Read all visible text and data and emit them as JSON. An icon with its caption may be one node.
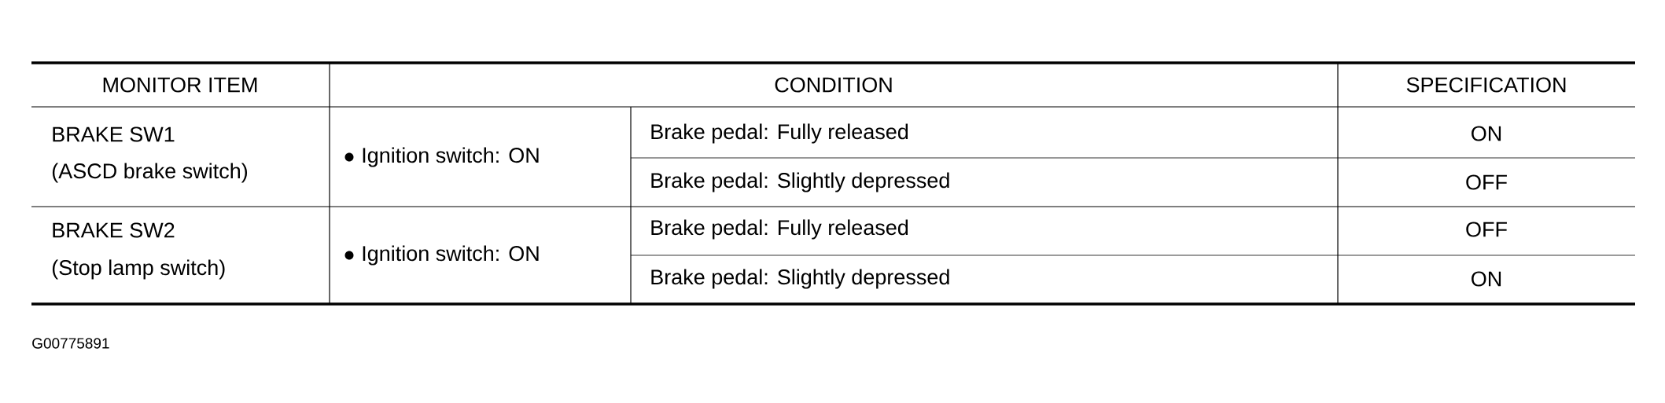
{
  "diagram": {
    "labels": [
      "MONITOR ITEM",
      "CONDITION",
      "SPECIFICATION",
      "BRAKE SW1",
      "(ASCD brake switch)",
      "Ignition switch: ON",
      "Brake pedal: Fully released",
      "ON",
      "Brake pedal: Slightly depressed",
      "OFF",
      "BRAKE SW2",
      "(Stop lamp switch)",
      "Ignition switch: ON",
      "Brake pedal: Fully released",
      "OFF",
      "Brake pedal: Slightly depressed",
      "ON",
      "G00775891"
    ]
  }
}
